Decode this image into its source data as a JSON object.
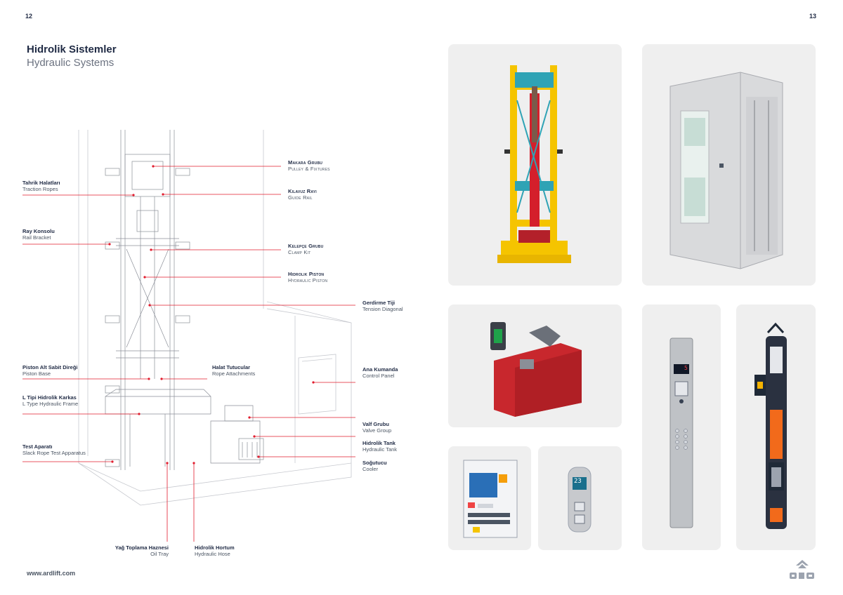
{
  "pages": {
    "left": "12",
    "right": "13"
  },
  "title": {
    "tr": "Hidrolik Sistemler",
    "en": "Hydraulic Systems"
  },
  "website": "www.ardlift.com",
  "labels": {
    "makara": {
      "tr": "Makara Grubu",
      "en": "Pulley & Fixtures"
    },
    "kilavuz": {
      "tr": "Kılavuz Rayı",
      "en": "Guide Rail"
    },
    "kelepce": {
      "tr": "Kelepçe Grubu",
      "en": "Clamp Kit"
    },
    "piston": {
      "tr": "Hidrolik Piston",
      "en": "Hydraulic Piston"
    },
    "gerdirme": {
      "tr": "Gerdirme Tiji",
      "en": "Tension Diagonal"
    },
    "tahrik": {
      "tr": "Tahrik Halatları",
      "en": "Traction Ropes"
    },
    "ray": {
      "tr": "Ray Konsolu",
      "en": "Rail Bracket"
    },
    "pistonalt": {
      "tr": "Piston Alt Sabit Direği",
      "en": "Piston Base"
    },
    "halat": {
      "tr": "Halat Tutucular",
      "en": "Rope Attachments"
    },
    "ltipi": {
      "tr": "L Tipi Hidrolik Karkas",
      "en": "L Type Hydraulic Frame"
    },
    "test": {
      "tr": "Test Aparatı",
      "en": "Slack Rope Test Apparatus"
    },
    "kumanda": {
      "tr": "Ana Kumanda",
      "en": "Control Panel"
    },
    "valf": {
      "tr": "Valf Grubu",
      "en": "Valve Group"
    },
    "tank": {
      "tr": "Hidrolik Tank",
      "en": "Hydraulic Tank"
    },
    "sogutucu": {
      "tr": "Soğutucu",
      "en": "Cooler"
    },
    "yag": {
      "tr": "Yağ Toplama Haznesi",
      "en": "Oil Tray"
    },
    "hortum": {
      "tr": "Hidrolik Hortum",
      "en": "Hydraulic Hose"
    }
  },
  "displays": {
    "floor_panel": "5",
    "hall_button": "23"
  },
  "colors": {
    "accent_red": "#e11d2e",
    "frame_yellow": "#f5c400",
    "piston_red": "#d41f2b",
    "tank_red": "#c8272d",
    "card_bg": "#efefef",
    "text_dark": "#1f2a44"
  },
  "logo": "ard-logo"
}
